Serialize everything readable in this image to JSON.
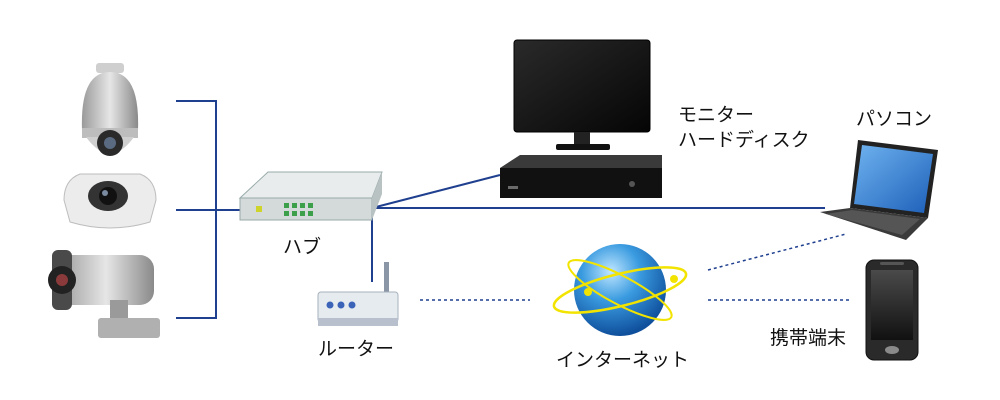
{
  "labels": {
    "hub": "ハブ",
    "monitor_line1": "モニター",
    "monitor_line2": "ハードディスク",
    "pc": "パソコン",
    "router": "ルーター",
    "internet": "インターネット",
    "mobile": "携帯端末"
  },
  "colors": {
    "line": "#1f3f8f",
    "dotted": "#1f3f8f",
    "globe": "#2a8ad6",
    "orbit": "#f2e400"
  }
}
